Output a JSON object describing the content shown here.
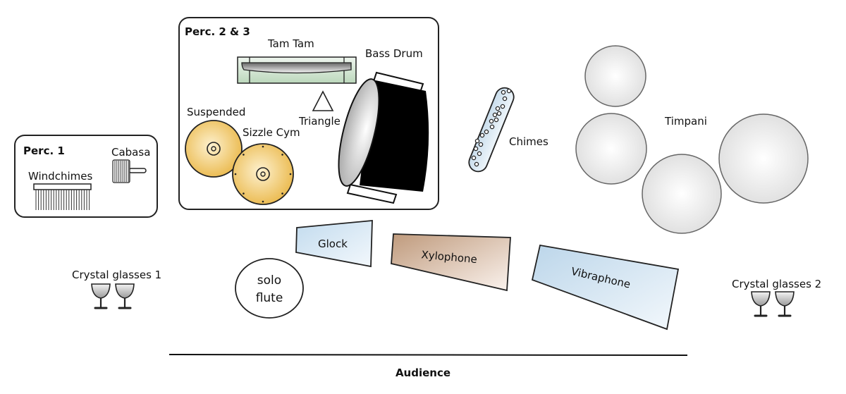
{
  "diagram": {
    "title": "Percussion stage setup",
    "audience_label": "Audience",
    "groups": [
      {
        "id": "perc1",
        "label": "Perc. 1",
        "instruments": [
          "Windchimes",
          "Cabasa"
        ]
      },
      {
        "id": "perc23",
        "label": "Perc. 2 & 3",
        "instruments": [
          "Tam Tam",
          "Bass Drum",
          "Triangle",
          "Suspended",
          "Sizzle Cym"
        ]
      }
    ],
    "labels": {
      "perc1": "Perc. 1",
      "perc23": "Perc. 2 & 3",
      "windchimes": "Windchimes",
      "cabasa": "Cabasa",
      "tamtam": "Tam Tam",
      "bassdrum": "Bass Drum",
      "triangle": "Triangle",
      "suspended": "Suspended",
      "sizzle": "Sizzle Cym",
      "chimes": "Chimes",
      "timpani": "Timpani",
      "glock": "Glock",
      "xylophone": "Xylophone",
      "vibraphone": "Vibraphone",
      "flute_line1": "solo",
      "flute_line2": "flute",
      "crystal1": "Crystal glasses 1",
      "crystal2": "Crystal glasses 2",
      "audience": "Audience"
    },
    "timpani_count": 4,
    "colors": {
      "cymbal": "#f2c45a",
      "tamtam_frame": "#c9dfc9",
      "glock": "#cfe3f1",
      "xylophone": "#c9a98e",
      "vibraphone": "#c7dcee",
      "chimes": "#d6e6f2",
      "bassdrum": "#000000",
      "timpani": "#ececec"
    }
  }
}
